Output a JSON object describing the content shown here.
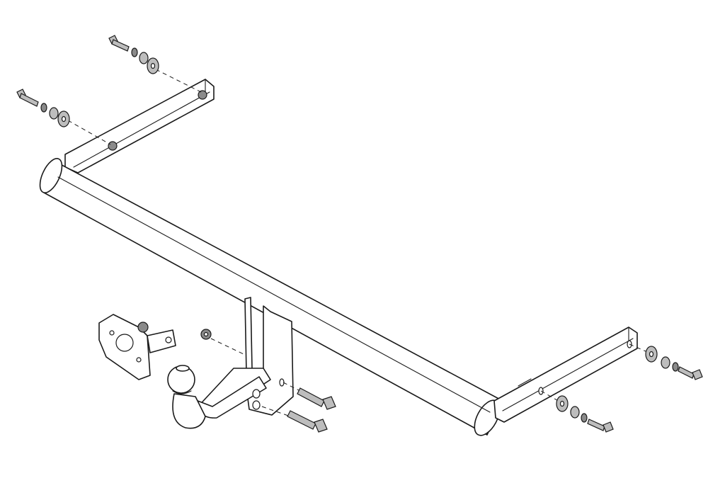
{
  "colors": {
    "line": "#1a1a1a",
    "hardware": "#bdbdbd",
    "hardware_dark": "#8a8a8a",
    "background": "#ffffff"
  },
  "parts": {
    "crossbar": "tow-bar-crossbar",
    "left_arm": "left-mounting-arm",
    "right_arm": "right-mounting-arm",
    "tow_ball": "tow-ball",
    "socket_plate": "electrical-socket-plate",
    "ball_mount": "ball-mount-bracket"
  },
  "bolt_groups": [
    {
      "id": "top-left-upper",
      "items": [
        "bolt",
        "spring-washer",
        "flat-washer",
        "large-washer"
      ]
    },
    {
      "id": "top-left-lower",
      "items": [
        "bolt",
        "spring-washer",
        "flat-washer",
        "large-washer"
      ]
    },
    {
      "id": "right-upper",
      "items": [
        "large-washer",
        "flat-washer",
        "spring-washer",
        "bolt"
      ]
    },
    {
      "id": "right-lower",
      "items": [
        "large-washer",
        "flat-washer",
        "spring-washer",
        "bolt"
      ]
    },
    {
      "id": "center-ball-mount",
      "items": [
        "bolt",
        "bolt",
        "nut"
      ]
    },
    {
      "id": "socket-plate",
      "items": [
        "nut"
      ]
    }
  ]
}
